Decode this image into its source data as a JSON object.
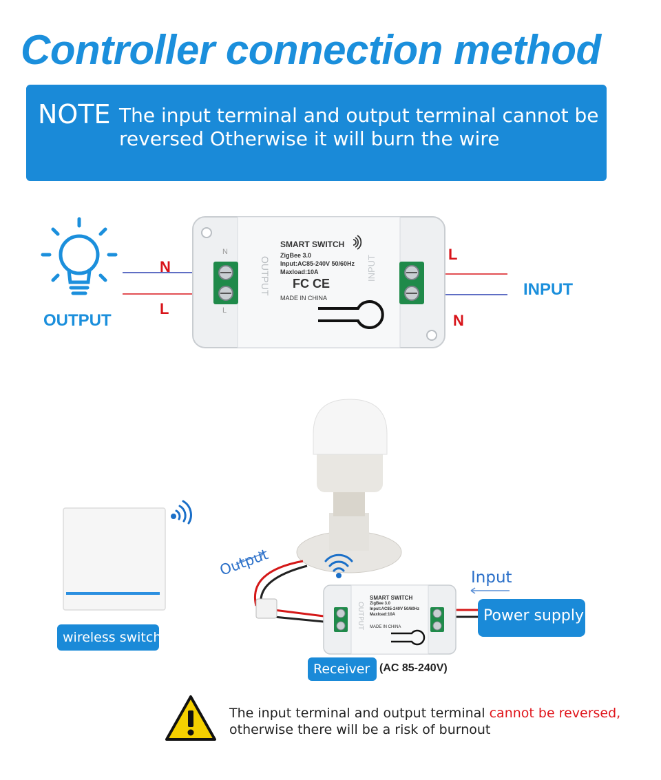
{
  "title": "Controller connection method",
  "note": {
    "label": "NOTE",
    "text": "The input terminal and output terminal cannot be reversed Otherwise it will burn the wire"
  },
  "diagram1": {
    "output_label": "OUTPUT",
    "input_label": "INPUT",
    "left_top_wire": "N",
    "left_bottom_wire": "L",
    "right_top_wire": "L",
    "right_bottom_wire": "N",
    "device": {
      "name": "SMART SWITCH",
      "protocol": "ZigBee 3.0",
      "input_spec": "Input:AC85-240V  50/60Hz",
      "maxload": "Maxload:10A",
      "cert_marks": "FC CE",
      "made_in": "MADE IN CHINA",
      "side_output": "OUTPUT",
      "side_input": "INPUT",
      "terminal_n": "N",
      "terminal_l": "L"
    }
  },
  "diagram2": {
    "output_label": "Output",
    "input_label": "Input",
    "power_supply": "Power supply",
    "wireless_switch": "wireless switch",
    "receiver": "Receiver",
    "receiver_spec": "(AC 85-240V)",
    "device": {
      "name": "SMART SWITCH",
      "protocol": "ZigBee 3.0",
      "input_spec": "Input:AC85-240V  50/60Hz",
      "maxload": "Maxload:10A",
      "made_in": "MADE IN CHINA",
      "side_output": "OUTPUT"
    }
  },
  "warning": {
    "line1_normal": "The input terminal and output terminal ",
    "line1_red": "cannot be reversed,",
    "line2": "otherwise there will be a risk of burnout"
  },
  "colors": {
    "accent_blue": "#1a8ad8",
    "title_blue": "#1b8fdc",
    "warning_red": "#e0161c",
    "wire_red": "#d8141a",
    "wire_blue": "#2a3fb0",
    "terminal_green": "#1f8a4a",
    "warning_yellow": "#f5d000"
  },
  "icons": [
    "light-bulb-icon",
    "wifi-signal-icon",
    "warning-triangle-icon"
  ]
}
